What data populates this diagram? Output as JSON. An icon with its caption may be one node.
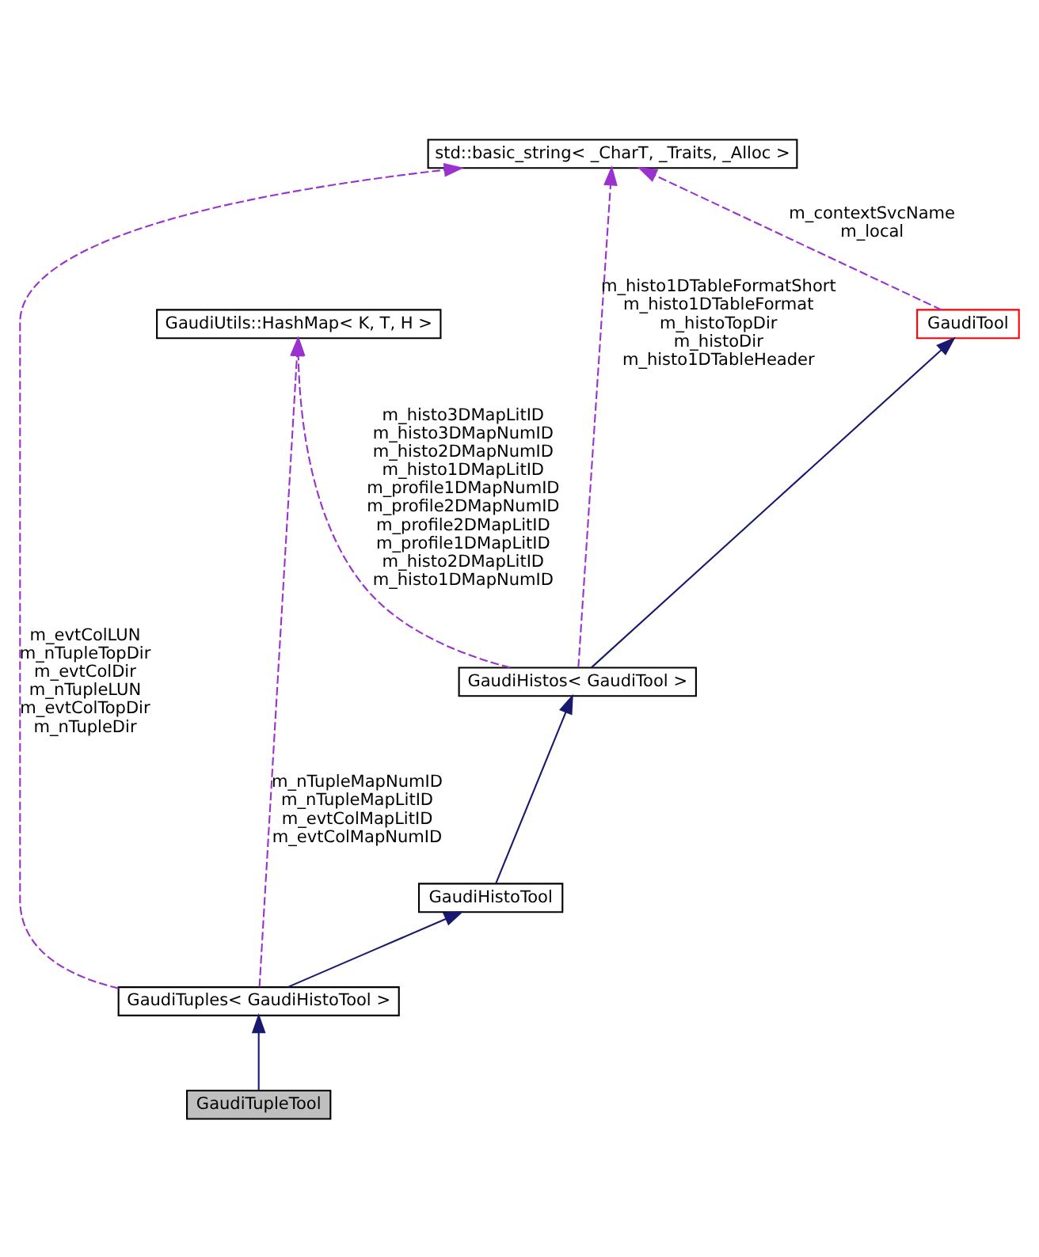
{
  "diagram": {
    "nodes": [
      {
        "text": [
          "std::basic_string< _CharT, _Traits, _Alloc >"
        ]
      },
      {
        "text": [
          "GaudiTool"
        ]
      },
      {
        "text": [
          "GaudiUtils::HashMap< K, T, H >"
        ]
      },
      {
        "text": [
          "GaudiHistos< GaudiTool >"
        ]
      },
      {
        "text": [
          "GaudiHistoTool"
        ]
      },
      {
        "text": [
          "GaudiTuples< GaudiHistoTool >"
        ]
      },
      {
        "text": [
          "GaudiTupleTool"
        ]
      }
    ],
    "edges": [
      {
        "from": 1,
        "to": 0,
        "arrow": "to",
        "style": "dashed",
        "color": "#9a32cd",
        "label": "m_contextSvcName m_local"
      },
      {
        "from": 3,
        "to": 0,
        "arrow": "to",
        "style": "dashed",
        "color": "#9a32cd",
        "label": "m_histo1DTableFormatShort m_histo1DTableFormat m_histoTopDir m_histoDir m_histo1DTableHeader"
      },
      {
        "from": 3,
        "to": 1,
        "arrow": "to",
        "color": "#191970"
      },
      {
        "from": 3,
        "to": 2,
        "arrow": "to",
        "style": "dashed",
        "color": "#9a32cd",
        "label": "m_histo3DMapLitID m_histo3DMapNumID m_histo2DMapNumID m_histo1DMapLitID m_profile1DMapNumID m_profile2DMapNumID m_profile2DMapLitID m_profile1DMapLitID m_histo2DMapLitID m_histo1DMapNumID"
      },
      {
        "from": 4,
        "to": 3,
        "arrow": "to",
        "color": "#191970"
      },
      {
        "from": 5,
        "to": 0,
        "arrow": "to",
        "style": "dashed",
        "color": "#9a32cd",
        "label": "m_evtColLUN m_nTupleTopDir m_evtColDir m_nTupleLUN m_evtColTopDir m_nTupleDir"
      },
      {
        "from": 5,
        "to": 2,
        "arrow": "to",
        "style": "dashed",
        "color": "#9a32cd",
        "label": "m_nTupleMapNumID m_nTupleMapLitID m_evtColMapLitID m_evtColMapNumID"
      },
      {
        "from": 5,
        "to": 4,
        "arrow": "to",
        "color": "#191970"
      },
      {
        "from": 6,
        "to": 5,
        "arrow": "to",
        "color": "#191970"
      }
    ]
  }
}
